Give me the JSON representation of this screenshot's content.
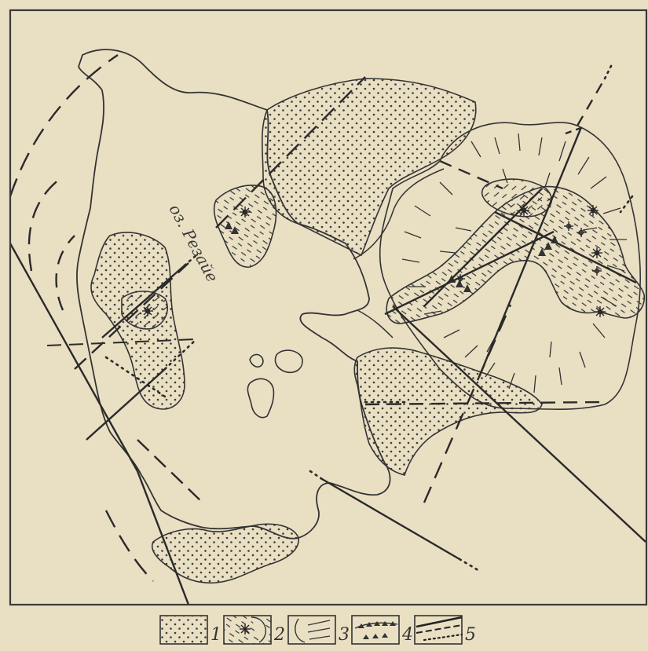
{
  "map": {
    "lake_label": "оз. Резайе",
    "colors": {
      "paper": "#e9dfc3",
      "ink": "#2f2f2f",
      "frame": "#3a3a3a"
    }
  },
  "legend": {
    "items": [
      {
        "number": "1",
        "symbol": "dotted-area"
      },
      {
        "number": "2",
        "symbol": "volcanic-center-dashes"
      },
      {
        "number": "3",
        "symbol": "radial-dashes"
      },
      {
        "number": "4",
        "symbol": "triangle-belt"
      },
      {
        "number": "5",
        "symbol": "fault-lines"
      }
    ]
  }
}
